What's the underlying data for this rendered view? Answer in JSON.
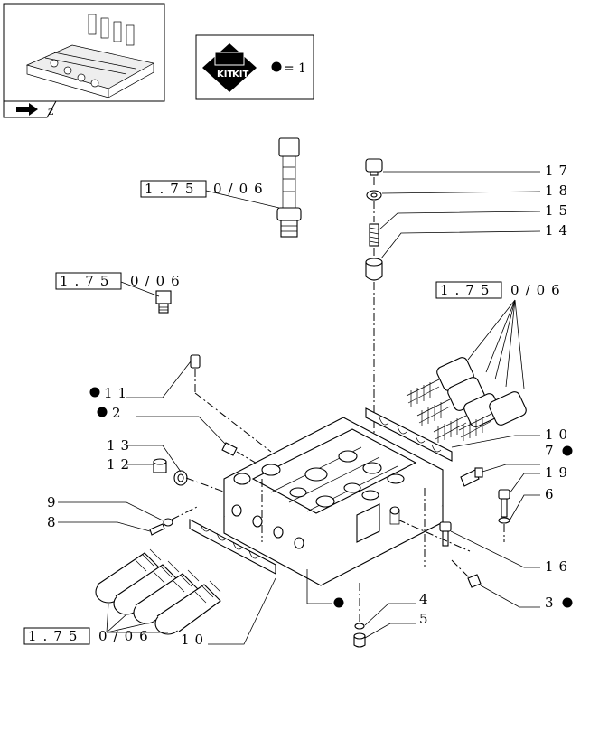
{
  "kit_legend": {
    "kit_text_1": "KIT",
    "kit_text_2": "KIT",
    "equals": "= 1"
  },
  "refs": {
    "r1": {
      "box": "1.75",
      "suffix": "0/06"
    },
    "r2": {
      "box": "1.75",
      "suffix": "0/06"
    },
    "r3": {
      "box": "1.75",
      "suffix": "0/06"
    },
    "r4": {
      "box": "1.75",
      "suffix": "0/06"
    }
  },
  "labels": {
    "p17": "17",
    "p18": "18",
    "p15": "15",
    "p14": "14",
    "p11": "11",
    "p2": "2",
    "p13": "13",
    "p12": "12",
    "p9": "9",
    "p8": "8",
    "p10a": "10",
    "p7": "7",
    "p19": "19",
    "p6": "6",
    "p16": "16",
    "p3": "3",
    "p4": "4",
    "p5": "5",
    "p10b": "10"
  }
}
